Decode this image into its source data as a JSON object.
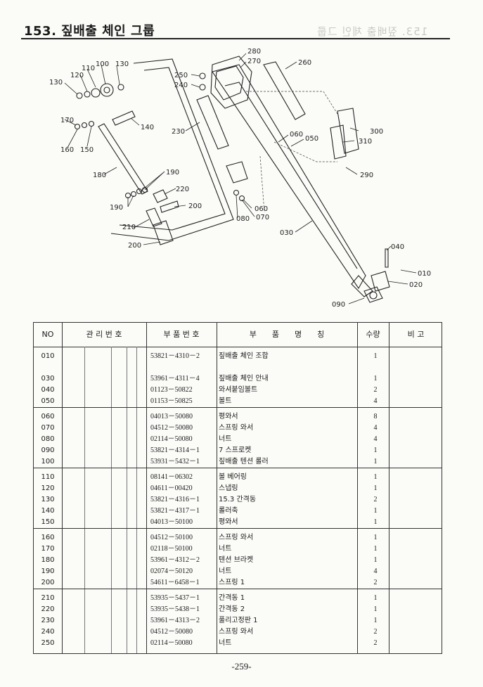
{
  "page": {
    "title": "153. 짚배출 체인 그룹",
    "ghost_title": "153. 짚배출 체인 그룹",
    "page_number": "-259-"
  },
  "diagram": {
    "callouts": [
      "280",
      "270",
      "260",
      "250",
      "240",
      "230",
      "130",
      "120",
      "110",
      "100",
      "130",
      "170",
      "160",
      "150",
      "140",
      "180",
      "190",
      "220",
      "200",
      "190",
      "210",
      "200",
      "060",
      "050",
      "300",
      "310",
      "290",
      "060",
      "070",
      "080",
      "030",
      "040",
      "010",
      "020",
      "090"
    ]
  },
  "table": {
    "headers": {
      "no": "NO",
      "mgmt": "관 리 번 호",
      "part_no": "부 품 번 호",
      "part_name": "부　　품　　명　　칭",
      "qty": "수량",
      "remark": "비 고"
    },
    "groups": [
      [
        {
          "no": "010",
          "part_no": "53821－4310－2",
          "name": "짚배출 체인 조합",
          "qty": "1"
        },
        {
          "no": "",
          "part_no": "",
          "name": "",
          "qty": ""
        },
        {
          "no": "030",
          "part_no": "53961－4311－4",
          "name": "짚배출 체인 안내",
          "qty": "1"
        },
        {
          "no": "040",
          "part_no": "01123－50822",
          "name": "와셔붙임볼트",
          "qty": "2"
        },
        {
          "no": "050",
          "part_no": "01153－50825",
          "name": "볼트",
          "qty": "4"
        }
      ],
      [
        {
          "no": "060",
          "part_no": "04013－50080",
          "name": "평와서",
          "qty": "8"
        },
        {
          "no": "070",
          "part_no": "04512－50080",
          "name": "스프링 와서",
          "qty": "4"
        },
        {
          "no": "080",
          "part_no": "02114－50080",
          "name": "너트",
          "qty": "4"
        },
        {
          "no": "090",
          "part_no": "53821－4314－1",
          "name": "7 스프로켓",
          "qty": "1"
        },
        {
          "no": "100",
          "part_no": "53931－5432－1",
          "name": "짚배출 텐션 롤러",
          "qty": "1"
        }
      ],
      [
        {
          "no": "110",
          "part_no": "08141－06302",
          "name": "볼 베어링",
          "qty": "1"
        },
        {
          "no": "120",
          "part_no": "04611－00420",
          "name": "스냅링",
          "qty": "1"
        },
        {
          "no": "130",
          "part_no": "53821－4316－1",
          "name": "15.3 간격동",
          "qty": "2"
        },
        {
          "no": "140",
          "part_no": "53821－4317－1",
          "name": "롤러축",
          "qty": "1"
        },
        {
          "no": "150",
          "part_no": "04013－50100",
          "name": "평와서",
          "qty": "1"
        }
      ],
      [
        {
          "no": "160",
          "part_no": "04512－50100",
          "name": "스프링 와서",
          "qty": "1"
        },
        {
          "no": "170",
          "part_no": "02118－50100",
          "name": "너트",
          "qty": "1"
        },
        {
          "no": "180",
          "part_no": "53961－4312－2",
          "name": "텐션 브라켓",
          "qty": "1"
        },
        {
          "no": "190",
          "part_no": "02074－50120",
          "name": "너트",
          "qty": "4"
        },
        {
          "no": "200",
          "part_no": "54611－6458－1",
          "name": "스프링 1",
          "qty": "2"
        }
      ],
      [
        {
          "no": "210",
          "part_no": "53935－5437－1",
          "name": "간격동 1",
          "qty": "1"
        },
        {
          "no": "220",
          "part_no": "53935－5438－1",
          "name": "간격동 2",
          "qty": "1"
        },
        {
          "no": "230",
          "part_no": "53961－4313－2",
          "name": "풀리고정판 1",
          "qty": "1"
        },
        {
          "no": "240",
          "part_no": "04512－50080",
          "name": "스프링 와서",
          "qty": "2"
        },
        {
          "no": "250",
          "part_no": "02114－50080",
          "name": "너트",
          "qty": "2"
        }
      ]
    ]
  }
}
